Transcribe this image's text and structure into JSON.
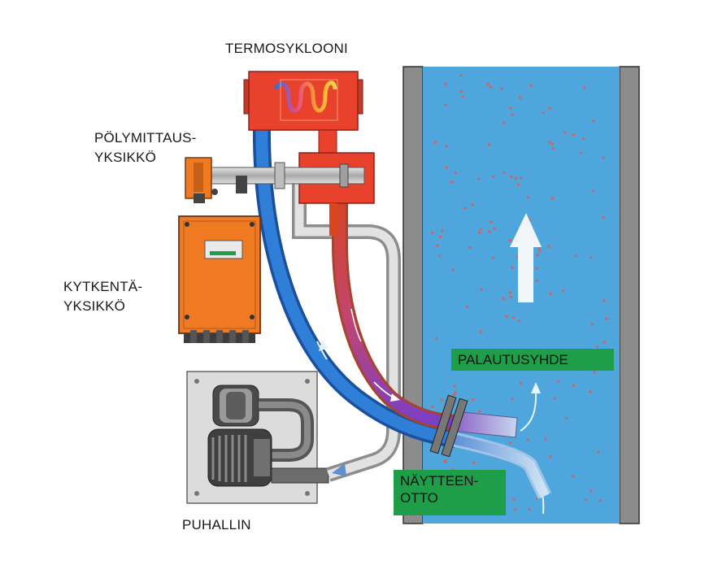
{
  "labels": {
    "termosyklooni": "TERMOSYKLOONI",
    "polymittaus_1": "PÖLYMITTAUS-",
    "polymittaus_2": "YKSIKKÖ",
    "kytkenta_1": "KYTKENTÄ-",
    "kytkenta_2": "YKSIKKÖ",
    "puhallin": "PUHALLIN",
    "palautusyhde": "PALAUTUSYHDE",
    "nayte_1": "NÄYTTEEN-",
    "nayte_2": "OTTO"
  },
  "colors": {
    "duct_water": "#4fa6dd",
    "duct_wall": "#7c7c7c",
    "cyclone_red": "#e8412c",
    "switch_orange": "#f07a22",
    "label_green": "#1f9e4a",
    "hose_blue": "#1f5fb0",
    "hose_purple": "#7a3fc6",
    "flow_arrow": "#f2f6f8"
  }
}
